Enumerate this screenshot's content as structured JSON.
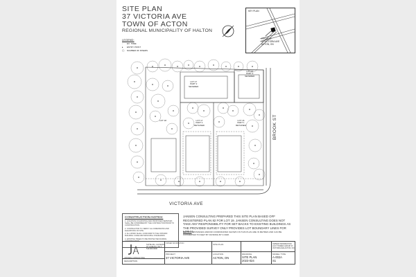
{
  "title": {
    "line1": "SITE PLAN",
    "line2": "37 VICTORIA AVE",
    "line3": "TOWN OF ACTON",
    "line4": "REGIONAL MUNICIPALITY OF HALTON"
  },
  "legend": {
    "title": "LEGEND:",
    "items": [
      {
        "symbol": "◦",
        "label": "EX. TREE"
      },
      {
        "symbol": "▸",
        "label": "ENTRY POINT"
      },
      {
        "symbol": "◯",
        "label": "NUMBER OF RISERS"
      }
    ]
  },
  "keymap": {
    "title": "KEY PLAN",
    "project_label": "PROJECT",
    "project_addr": "37 VICTORIA AVE",
    "project_town": "ACTON, ON"
  },
  "plan": {
    "lots": [
      {
        "name": "LOT 17",
        "sub": "PART 2",
        "status": "SEVERED"
      },
      {
        "name": "LOT 16",
        "sub": "PART 2",
        "status": "SEVERED"
      },
      {
        "name": "LOT 17",
        "sub": "PART 1",
        "status": "RETAINED"
      },
      {
        "name": "LOT 16",
        "sub": "PART 1",
        "status": "RETAINED"
      },
      {
        "name": "LOT 18",
        "sub": "",
        "status": ""
      }
    ],
    "streets": {
      "side": "BROOK ST",
      "front": "VICTORIA AVE"
    }
  },
  "notes": {
    "title": "CONSTRUCTION NOTES:",
    "items": [
      "1. LOCATION OF EXISTING AND PROPOSED SERVICES SHALL BE CONFIRMED BY THE CONTRACTOR PRIOR TO CONSTRUCTION.",
      "2. CONTRACTOR TO VERIFY ALL DIMENSIONS AND ELEVATIONS ON SITE.",
      "3. ALL WORK SHALL CONFORM TO THE ONTARIO BUILDING CODE AND MUNICIPAL STANDARDS.",
      "4. EXISTING TREES TO BE PROTECTED DURING CONSTRUCTION."
    ]
  },
  "disclaimer": "JANSEN CONSULTING PREPARED THIS SITE PLAN BASED OFF REGISTERED PLAN 82 FOR LOT 19. JANSEN CONSULTING DOES NOT TAKE ANY RESPONSIBILITY FOR SET BACKS TO EXISTING BUILDINGS AS THE PROVIDED SURVEY ONLY PROVIDES LOT BOUNDARY LINES FOR LOT 16.",
  "metric": {
    "label": "METRIC:",
    "text": "DISTANCES AND/OR COORDINATES SHOWN ON THIS PLAN ARE IN METRES AND CAN BE CONVERTED TO FEET BY DIVIDING BY 0.3048."
  },
  "title_block": {
    "firm": "JANSEN CONSULTING",
    "address": "SUITE 201, 123 MAIN ST GUELPH, ON T: 519.000.0000",
    "revision_label": "DESCRIPTION",
    "project_label": "PROJECT",
    "project_value": "37 VICTORIA AVE",
    "location_label": "LOCATION",
    "location_value": "ACTON, ON",
    "drawing_label": "DRAWING",
    "drawing_value": "SITE PLAN",
    "scale_value": "2023-024",
    "sheet_title": "SITE PLAN",
    "model_label": "MODEL TYPE",
    "model_value": "A-002A",
    "sheet_no": "S1",
    "owner_label": "OWNER INFORMATION",
    "owner_text": "LUKY HOMES GROUP 37 VICTORIA AVE ACTON, ON"
  },
  "colors": {
    "ink": "#333333",
    "tree": "#9a9a9a",
    "background": "#ececec",
    "sheet": "#ffffff"
  }
}
